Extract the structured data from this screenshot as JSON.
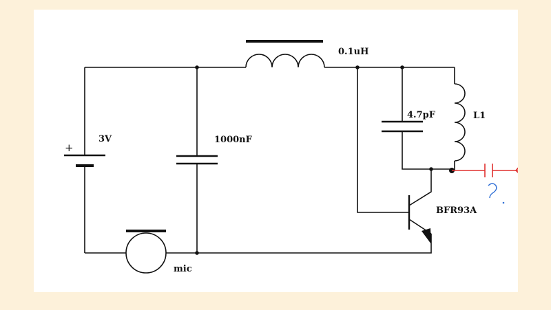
{
  "diagram": {
    "labels": {
      "battery": "3V",
      "battery_plus": "+",
      "filter_cap": "1000nF",
      "inductor": "0.1uH",
      "tank_cap": "4.7pF",
      "tank_coil": "L1",
      "transistor": "BFR93A",
      "microphone": "mic",
      "annotation": "?"
    },
    "colors": {
      "background": "#fdf1da",
      "canvas": "#ffffff",
      "ink": "#111111",
      "annotation_red": "#e0302f",
      "annotation_blue": "#2f6fd6"
    }
  }
}
